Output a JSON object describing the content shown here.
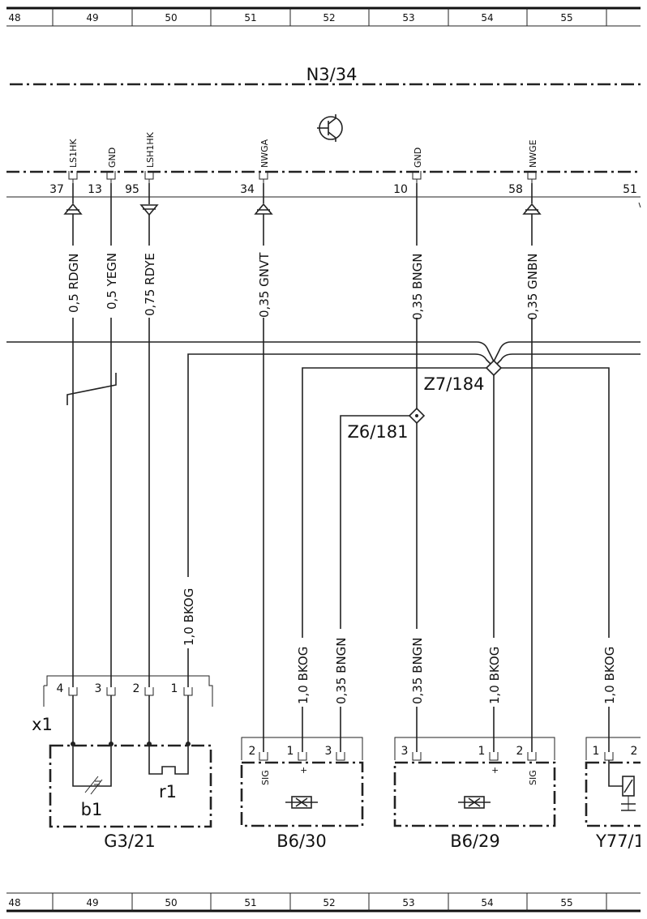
{
  "ruler": {
    "top": [
      "48",
      "49",
      "50",
      "51",
      "52",
      "53",
      "54",
      "55"
    ],
    "bottom": [
      "48",
      "49",
      "50",
      "51",
      "52",
      "53",
      "54",
      "55"
    ]
  },
  "module": {
    "name": "N3/34",
    "signals": [
      {
        "label": "LS1HK",
        "pin": "37"
      },
      {
        "label": "GND",
        "pin": "13"
      },
      {
        "label": "LSH1HK",
        "pin": "95"
      },
      {
        "label": "NWGA",
        "pin": "34"
      },
      {
        "label": "GND",
        "pin": "10"
      },
      {
        "label": "NWGE",
        "pin": "58"
      },
      {
        "label": "",
        "pin": "51"
      }
    ]
  },
  "wires": [
    "0,5 RDGN",
    "0,5 YEGN",
    "0,75 RDYE",
    "0,35 GNVT",
    "0,35 BNGN",
    "0,35 GNBN",
    "1,0 BKOG",
    "1,0 BKOG",
    "0,35 BNGN",
    "0,35 BNGN",
    "1,0 BKOG",
    "1,0 BKOG"
  ],
  "splices": {
    "z7": "Z7/184",
    "z6": "Z6/181"
  },
  "connector_x1": {
    "name": "x1",
    "pins": [
      "4",
      "3",
      "2",
      "1"
    ]
  },
  "components": {
    "g3_21": {
      "name": "G3/21",
      "b1": "b1",
      "r1": "r1"
    },
    "b6_30": {
      "name": "B6/30",
      "pins": [
        "2",
        "1",
        "3"
      ],
      "sig": "SIG",
      "plus": "+"
    },
    "b6_29": {
      "name": "B6/29",
      "pins": [
        "3",
        "1",
        "2"
      ],
      "sig": "SIG",
      "plus": "+"
    },
    "y77": {
      "name": "Y77/1",
      "pins": [
        "1",
        "2"
      ]
    }
  }
}
